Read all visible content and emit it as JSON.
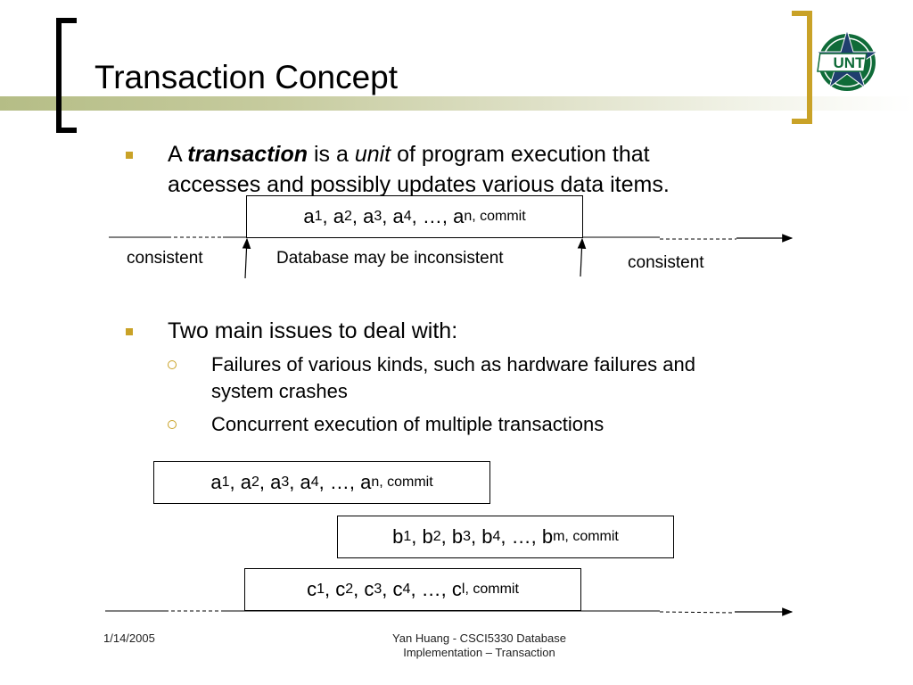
{
  "slide": {
    "title": "Transaction Concept",
    "bullet1": {
      "pre": "A ",
      "em": "transaction",
      "mid": " is a ",
      "em2": "unit",
      "post": " of program execution that",
      "line2": "accesses and  possibly updates various data items."
    },
    "diagram1": {
      "box": {
        "a1": "a",
        "s1": "1",
        "c1": ", a",
        "s2": "2",
        "c2": ", a",
        "s3": "3",
        "c3": ", a",
        "s4": "4",
        "c4": ", …, a",
        "sn": "n, commit"
      },
      "left_label": "consistent",
      "middle_label": "Database may be inconsistent",
      "right_label": "consistent"
    },
    "bullet2": "Two main issues to deal with:",
    "sub1_line1": "Failures of various kinds, such as hardware failures and",
    "sub1_line2": "system crashes",
    "sub2": "Concurrent execution of multiple transactions",
    "diagram2": {
      "a": {
        "p": "a",
        "s1": "1",
        "c1": ", a",
        "s2": "2",
        "c2": ", a",
        "s3": "3",
        "c3": ", a",
        "s4": "4",
        "c4": ", …, a",
        "sn": "n, commit"
      },
      "b": {
        "p": "b",
        "s1": "1",
        "c1": ", b",
        "s2": "2",
        "c2": ", b",
        "s3": "3",
        "c3": ", b",
        "s4": "4",
        "c4": ", …, b",
        "sn": "m, commit"
      },
      "c": {
        "p": "c",
        "s1": "1",
        "c1": ", c",
        "s2": "2",
        "c2": ", c",
        "s3": "3",
        "c3": ", c",
        "s4": "4",
        "c4": ", …, c",
        "sn": "l, commit"
      }
    },
    "footer_date": "1/14/2005",
    "footer_line1": "Yan Huang - CSCI5330 Database",
    "footer_line2": "Implementation – Transaction",
    "logo_text": "UNT",
    "colors": {
      "accent": "#c9a227",
      "bracket_dark": "#000000",
      "logo_green": "#0f6b38"
    }
  }
}
